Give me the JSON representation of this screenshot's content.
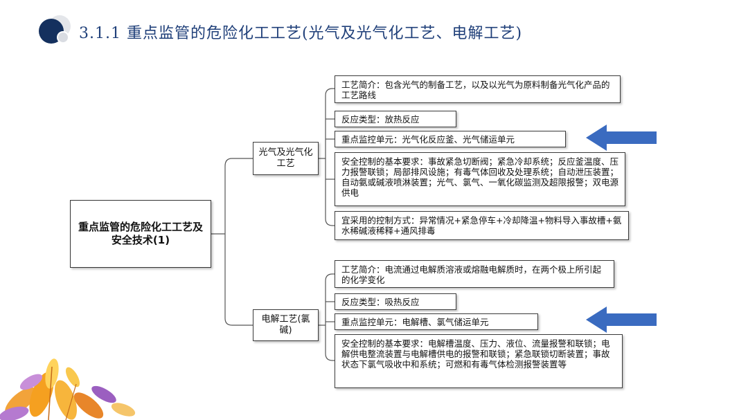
{
  "slide": {
    "title": "3.1.1 重点监管的危险化工工艺(光气及光气化工艺、电解工艺)"
  },
  "mindmap": {
    "root": {
      "label": "重点监管的危险化工工艺及安全技术(1)"
    },
    "branches": [
      {
        "label": "光气及光气化工艺",
        "items": [
          "工艺简介：包含光气的制备工艺，以及以光气为原料制备光气化产品的工艺路线",
          "反应类型：放热反应",
          "重点监控单元：光气化反应釜、光气储运单元",
          "安全控制的基本要求：事故紧急切断阀；紧急冷却系统；反应釜温度、压力报警联锁；局部排风设施；有毒气体回收及处理系统；自动泄压装置；自动氨或碱液喷淋装置；光气、氯气、一氧化碳监测及超限报警；双电源供电",
          "宜采用的控制方式：异常情况+紧急停车+冷却降温+物料导入事故槽+氨水稀碱液稀释+通风排毒"
        ]
      },
      {
        "label": "电解工艺(氯碱)",
        "items": [
          "工艺简介：电流通过电解质溶液或熔融电解质时，在两个极上所引起的化学变化",
          "反应类型：吸热反应",
          "重点监控单元：电解槽、氯气储运单元",
          "安全控制的基本要求：电解槽温度、压力、液位、流量报警和联锁；电解供电整流装置与电解槽供电的报警和联锁；紧急联锁切断装置；事故状态下氯气吸收中和系统；可燃和有毒气体检测报警装置等"
        ]
      }
    ]
  },
  "colors": {
    "title": "#1f3f79",
    "arrow": "#3a6bc0",
    "logo_dark": "#14305e"
  }
}
